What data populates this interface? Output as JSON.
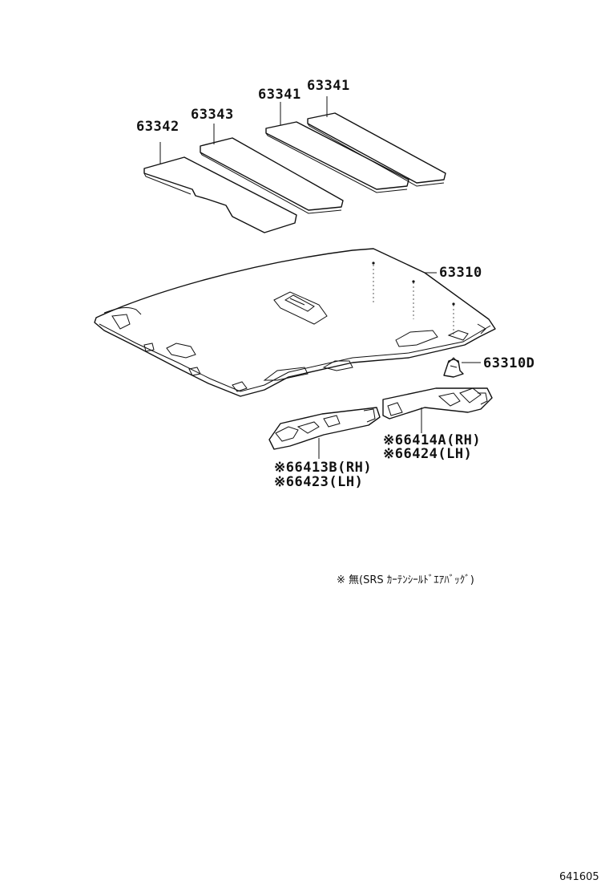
{
  "parts": {
    "p63342": "63342",
    "p63343": "63343",
    "p63341a": "63341",
    "p63341b": "63341",
    "p63310": "63310",
    "p63310d": "63310D",
    "p66414a": "※66414A(RH)",
    "p66424": "※66424(LH)",
    "p66413b": "※66413B(RH)",
    "p66423": "※66423(LH)"
  },
  "note": "※  無(SRS  ｶｰﾃﾝｼｰﾙﾄﾞｴｱﾊﾞｯｸﾞ)",
  "figure_id": "641605"
}
